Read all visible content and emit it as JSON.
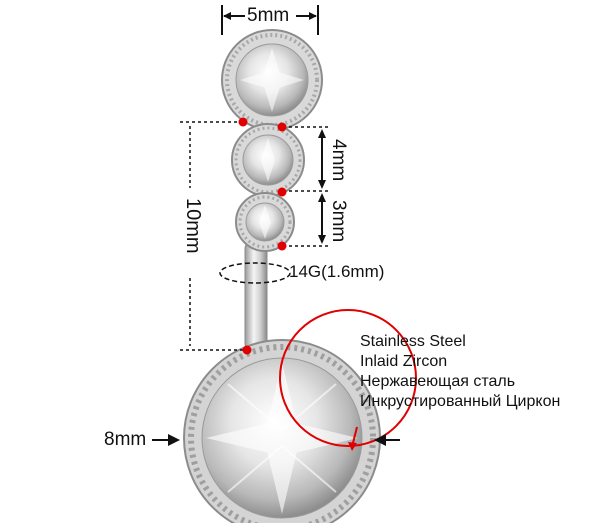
{
  "dimensions": {
    "top_width": "5mm",
    "gem_spacing_1": "4mm",
    "gem_spacing_2": "3mm",
    "bar_length": "10mm",
    "gauge": "14G(1.6mm)",
    "bottom_gem": "8mm"
  },
  "materials": {
    "line1": "Stainless Steel",
    "line2": "Inlaid Zircon",
    "line3": "Нержавеющая сталь",
    "line4": "Инкрустированный Циркон"
  },
  "colors": {
    "marker": "#e00000",
    "metal": "#c9c9c9",
    "line": "#111111"
  }
}
